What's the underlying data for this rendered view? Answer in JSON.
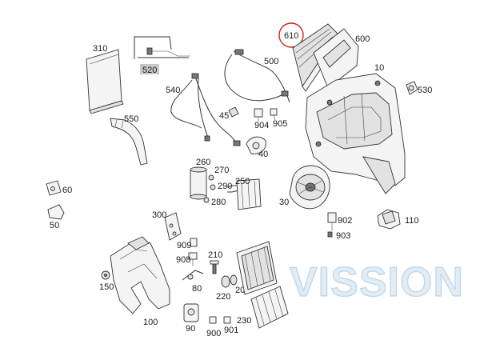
{
  "labels": {
    "p310": "310",
    "p520": "520",
    "p610": "610",
    "p600": "600",
    "p500": "500",
    "p10": "10",
    "p530": "530",
    "p540": "540",
    "p550": "550",
    "p45": "45",
    "p904": "904",
    "p905": "905",
    "p40": "40",
    "p260": "260",
    "p270": "270",
    "p250": "250",
    "p290": "290",
    "p280": "280",
    "p30": "30",
    "p60": "60",
    "p50": "50",
    "p300": "300",
    "p902": "902",
    "p903": "903",
    "p110": "110",
    "p909": "909",
    "p908": "908",
    "p210": "210",
    "p150": "150",
    "p80": "80",
    "p220": "220",
    "p205": "205",
    "p100": "100",
    "p90": "90",
    "p900": "900",
    "p901": "901",
    "p230": "230"
  },
  "watermark": "VISSION",
  "colors": {
    "highlight_circle": "#d0231f",
    "label_520_bg": "#c8c8c8",
    "watermark": "#a8c8e4"
  }
}
